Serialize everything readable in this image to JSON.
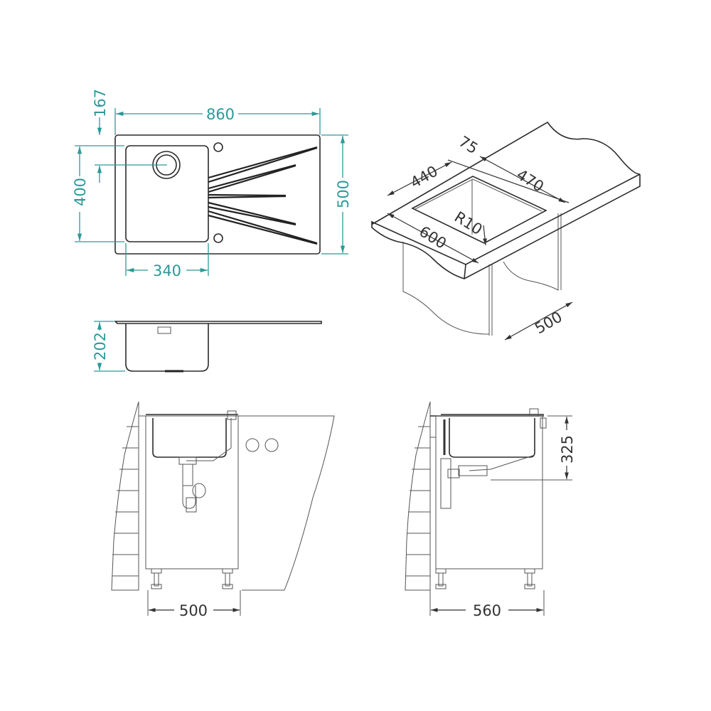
{
  "colors": {
    "dimension": "#2a9a97",
    "line": "#2b2b2b"
  },
  "top_view": {
    "overall_width": "860",
    "overall_depth": "500",
    "bowl_depth": "400",
    "drain_offset": "167",
    "bowl_width": "340"
  },
  "side_view": {
    "bowl_height": "202"
  },
  "iso_view": {
    "back_margin": "75",
    "cutout_depth": "440",
    "cutout_width": "470",
    "corner_radius": "R10",
    "worktop_depth": "600",
    "cabinet_width": "500"
  },
  "front_install": {
    "cabinet_width": "500"
  },
  "side_install": {
    "cabinet_depth": "560",
    "height": "325"
  }
}
